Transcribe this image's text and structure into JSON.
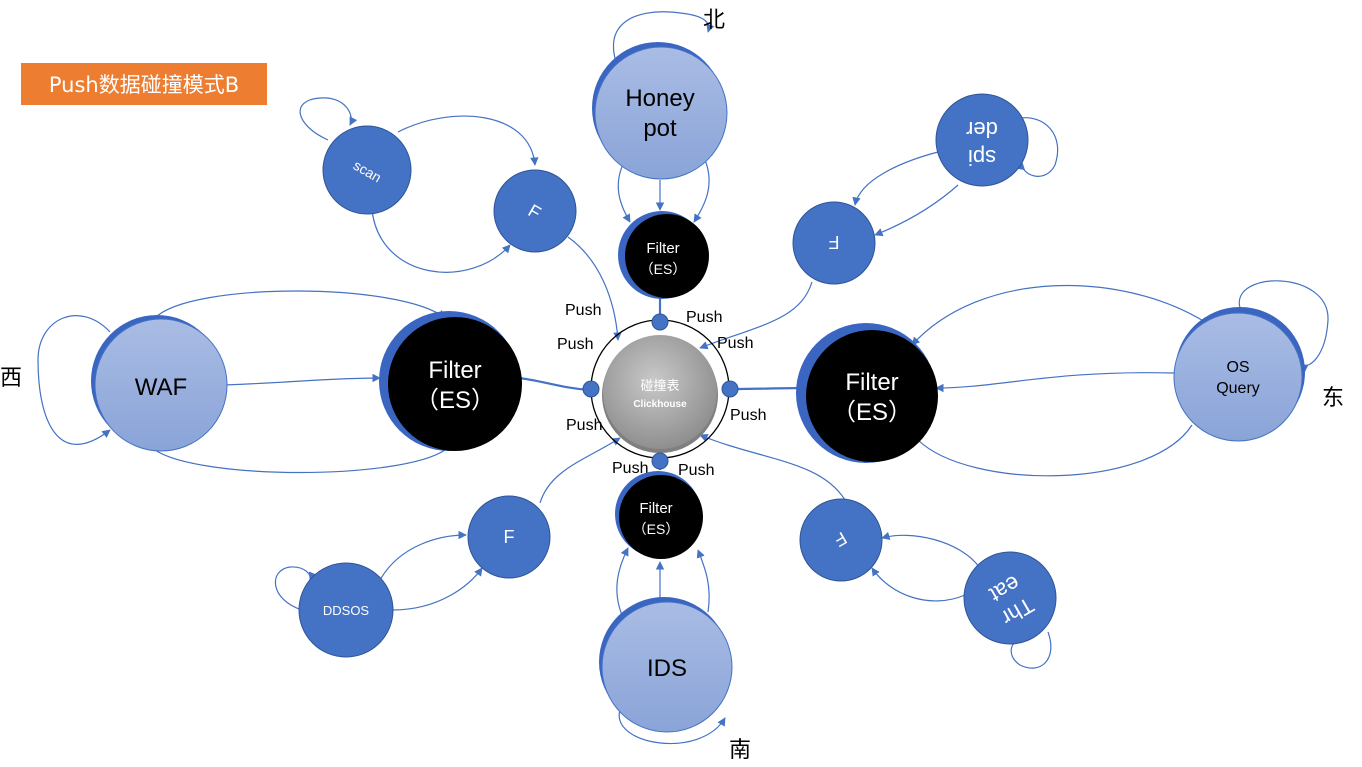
{
  "title": "Push数据碰撞模式B",
  "directions": {
    "north": "北",
    "south": "南",
    "east": "东",
    "west": "西"
  },
  "center": {
    "label": "碰撞表",
    "sub": "Clickhouse"
  },
  "push_label": "Push",
  "nodes": {
    "honeypot": {
      "line1": "Honey",
      "line2": "pot"
    },
    "waf": "WAF",
    "os_query": {
      "line1": "OS",
      "line2": "Query"
    },
    "ids": "IDS",
    "scan": "scan",
    "spider": {
      "line1": "spi",
      "line2": "der"
    },
    "threat": {
      "line1": "Thr",
      "line2": "eat"
    },
    "ddsos": "DDSOS",
    "filter_small": "F"
  },
  "filters": {
    "west": {
      "line1": "Filter",
      "line2": "（ES）"
    },
    "east": {
      "line1": "Filter",
      "line2": "（ES）"
    },
    "north": {
      "line1": "Filter",
      "line2": "（ES）"
    },
    "south": {
      "line1": "Filter",
      "line2": "（ES）"
    }
  },
  "colors": {
    "node_light": "#98aedc",
    "node_blue": "#4472c4",
    "node_shadow": "#3a66c2",
    "filter_black": "#000000",
    "center_gray": "#a5a5a5",
    "title_bg": "#ed7d31",
    "arrow": "#4472c4"
  }
}
